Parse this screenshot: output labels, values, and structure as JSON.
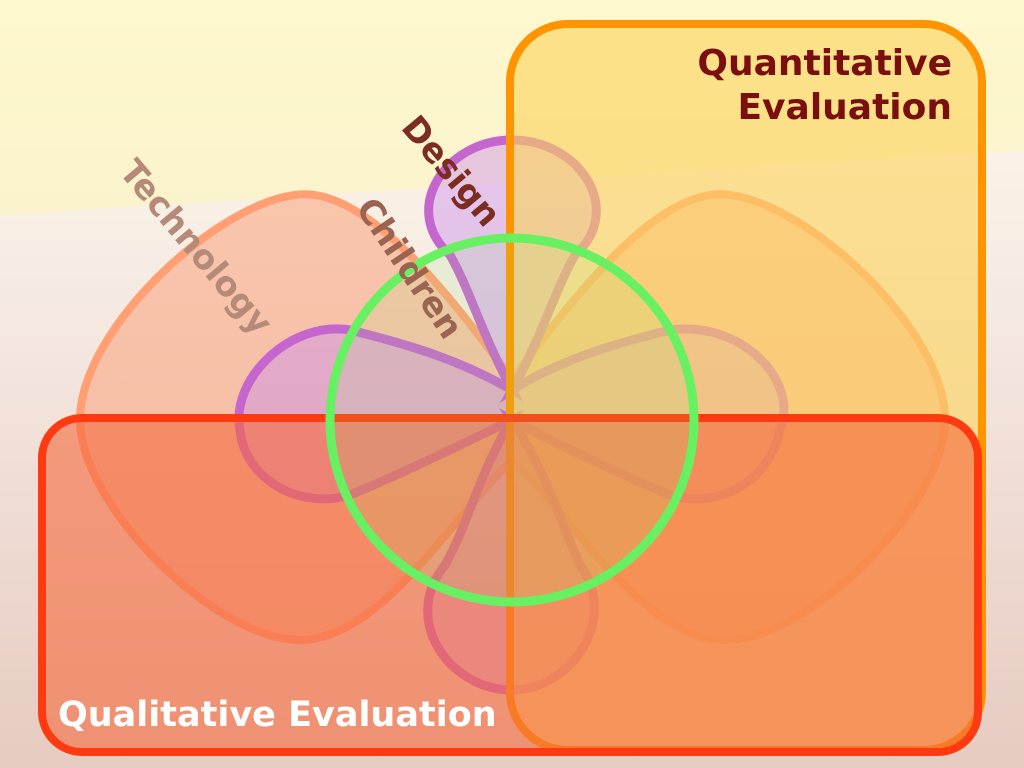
{
  "labels": {
    "quantitative": [
      "Quantitative",
      "Evaluation"
    ],
    "qualitative": "Qualitative Evaluation",
    "technology": "Technology",
    "design": "Design",
    "children": "Children"
  },
  "colors": {
    "background_highlight": "#fdf6b8",
    "quantitative_fill": "#fbd35e",
    "quantitative_stroke": "#ff9300",
    "quantitative_text": "#7a0f0f",
    "qualitative_fill": "#f5693d",
    "qualitative_stroke": "#ff3a10",
    "qualitative_text": "#ffffff",
    "technology_fill": "#f9a27b",
    "technology_stroke": "#ff9f73",
    "technology_text": "#b58a78",
    "design_fill": "#c98ef0",
    "design_stroke": "#c566cf",
    "design_text": "#7a2d20",
    "children_fill": "#8ef06e",
    "children_stroke": "#67f062",
    "children_text": "#9a6450"
  }
}
